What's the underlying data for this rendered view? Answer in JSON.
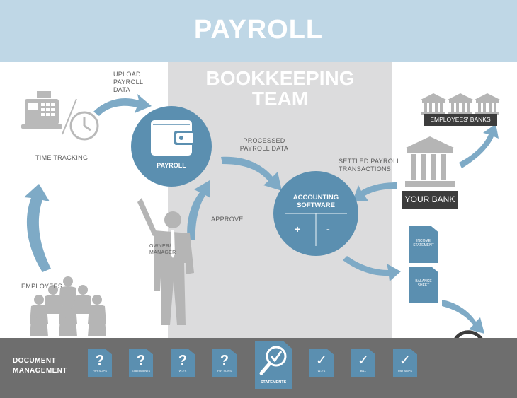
{
  "banner": {
    "title": "PAYROLL"
  },
  "team": {
    "title_line1": "BOOKKEEPING",
    "title_line2": "TEAM"
  },
  "labels": {
    "upload": [
      "UPLOAD",
      "PAYROLL",
      "DATA"
    ],
    "time_tracking": "TIME TRACKING",
    "payroll": "PAYROLL",
    "processed": [
      "PROCESSED",
      "PAYROLL DATA"
    ],
    "settled": [
      "SETTLED PAYROLL",
      "TRANSACTIONS"
    ],
    "approve": "APPROVE",
    "owner": [
      "OWNER/",
      "MANAGER"
    ],
    "employees": "EMPLOYEES",
    "accounting": [
      "ACCOUNTING",
      "SOFTWARE"
    ],
    "plus": "+",
    "minus": "-",
    "employees_banks": "EMPLOYEES' BANKS",
    "your_bank": "YOUR BANK",
    "income_statement": [
      "INCOME",
      "STATEMENT"
    ],
    "balance_sheet": [
      "BALANCE",
      "SHEET"
    ]
  },
  "footer": {
    "title": [
      "DOCUMENT",
      "MANAGEMENT"
    ],
    "docs": [
      {
        "glyph": "?",
        "label": "PAY SLIPS"
      },
      {
        "glyph": "?",
        "label": "STATEMENTS"
      },
      {
        "glyph": "?",
        "label": "W-2'S"
      },
      {
        "glyph": "?",
        "label": "PAY SLIPS"
      },
      {
        "glyph": "✓",
        "label": "W-2'S"
      },
      {
        "glyph": "✓",
        "label": "BILL"
      },
      {
        "glyph": "✓",
        "label": "PAY SLIPS"
      }
    ],
    "statements": "STATEMENTS"
  },
  "colors": {
    "blue": "#5b8fb0",
    "light_blue": "#bfd7e6",
    "gray_band": "#dcdcdd",
    "footer_gray": "#6e6e6e",
    "dark_label": "#3c3c3c"
  }
}
